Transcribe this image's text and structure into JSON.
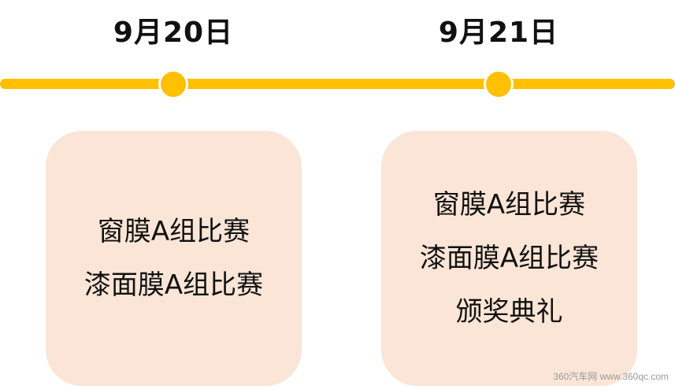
{
  "dates": {
    "left": "9月20日",
    "right": "9月21日"
  },
  "cards": {
    "left": {
      "events": [
        "窗膜A组比赛",
        "漆面膜A组比赛"
      ]
    },
    "right": {
      "events": [
        "窗膜A组比赛",
        "漆面膜A组比赛",
        "颁奖典礼"
      ]
    }
  },
  "watermark": "360汽车网 www.360qc.com",
  "colors": {
    "timeline": "#FFC000",
    "card": "#FBE5D6",
    "text": "#111111"
  }
}
